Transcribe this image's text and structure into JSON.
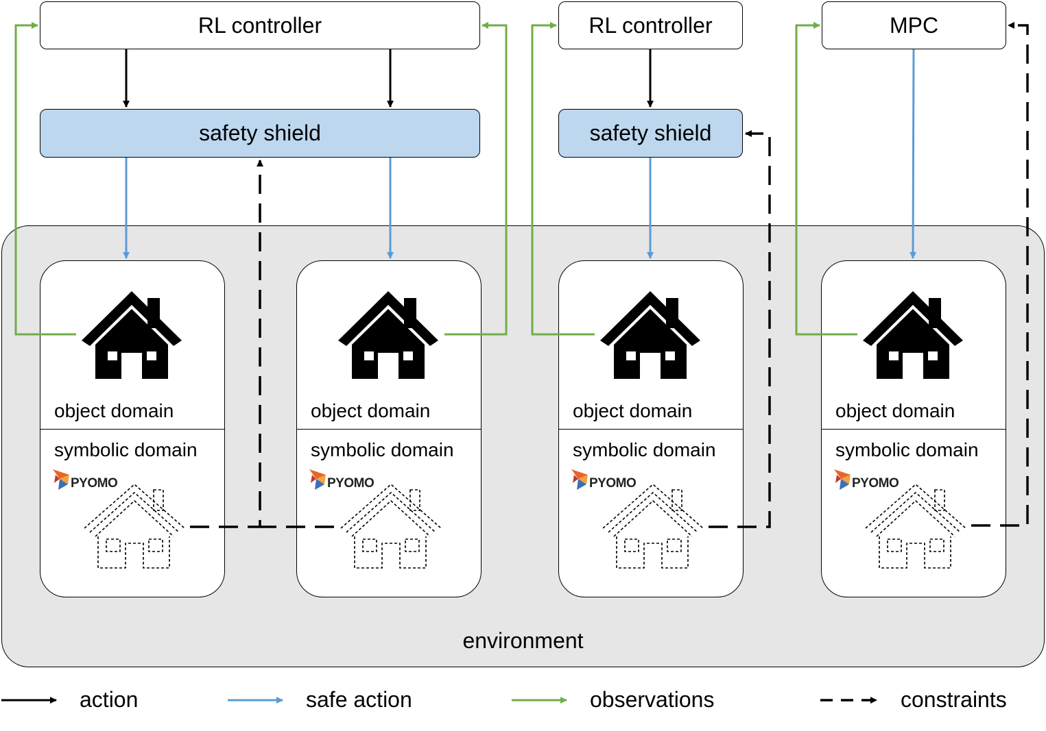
{
  "controllers": [
    {
      "label": "RL controller"
    },
    {
      "label": "RL controller"
    },
    {
      "label": "MPC"
    }
  ],
  "shields": [
    {
      "label": "safety shield"
    },
    {
      "label": "safety shield"
    }
  ],
  "environment": {
    "label": "environment"
  },
  "cards": [
    {
      "object_label": "object domain",
      "symbolic_label": "symbolic domain",
      "logo_text": "PYOMO",
      "house_icon": "house-icon",
      "symbolic_house_icon": "dashed-house-icon"
    },
    {
      "object_label": "object domain",
      "symbolic_label": "symbolic domain",
      "logo_text": "PYOMO",
      "house_icon": "house-icon",
      "symbolic_house_icon": "dashed-house-icon"
    },
    {
      "object_label": "object domain",
      "symbolic_label": "symbolic domain",
      "logo_text": "PYOMO",
      "house_icon": "house-icon",
      "symbolic_house_icon": "dashed-house-icon"
    },
    {
      "object_label": "object domain",
      "symbolic_label": "symbolic domain",
      "logo_text": "PYOMO",
      "house_icon": "house-icon",
      "symbolic_house_icon": "dashed-house-icon"
    }
  ],
  "legend": [
    {
      "label": "action",
      "color": "#000000",
      "style": "solid"
    },
    {
      "label": "safe action",
      "color": "#5b9bd5",
      "style": "solid"
    },
    {
      "label": "observations",
      "color": "#70ad47",
      "style": "solid"
    },
    {
      "label": "constraints",
      "color": "#000000",
      "style": "dashed"
    }
  ],
  "colors": {
    "action": "#000000",
    "safe_action": "#5b9bd5",
    "observations": "#70ad47",
    "constraints": "#000000",
    "shield_fill": "#bdd7ee",
    "environment_fill": "#e6e6e6"
  }
}
